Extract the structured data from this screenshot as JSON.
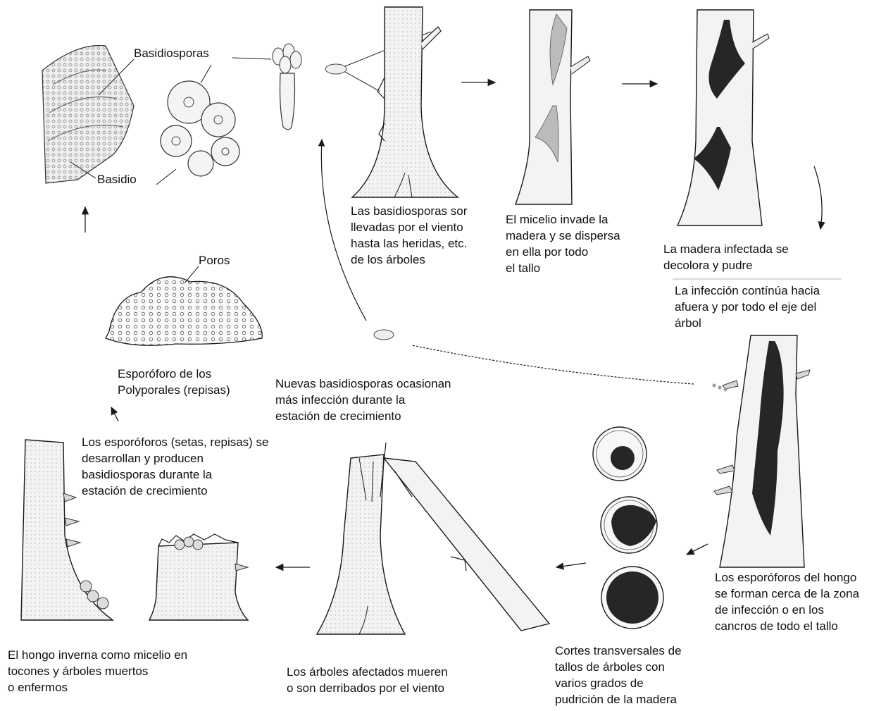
{
  "labels": {
    "basidiosporas": "Basidiosporas",
    "basidio": "Basidio",
    "poros": "Poros",
    "esporoforo_polyporales": "Esporóforo de los\nPolyporales (repisas)",
    "step1": "Las basidiosporas sor\nllevadas por el viento\nhasta las heridas, etc.\nde los árboles",
    "step2": "El micelio invade la\nmadera y se dispersa\nen ella por todo\nel tallo",
    "step3": "La madera infectada se\ndecolora y pudre",
    "step4": "La infección contínúa hacia\nafuera y por todo el eje del\nárbol",
    "nuevas": "Nuevas basidiosporas ocasionan\nmás infección durante la\nestación de crecimiento",
    "esporoforos_desarrollan": "Los esporóforos (setas, repisas) se\ndesarrollan y producen\nbasidiosporas durante la\nestación de crecimiento",
    "esporoforos_hongo": "Los esporóforos del hongo\nse forman cerca de la zona\nde infección o en los\ncancros de todo el tallo",
    "cortes": "Cortes transversales de\ntallos de árboles con\nvarios grados de\npudrición de la madera",
    "arboles_mueren": "Los árboles afectados mueren\no son derribados por el viento",
    "invierna": "El hongo inverna como micelio en\ntocones y árboles muertos\no enfermos"
  },
  "colors": {
    "ink": "#1a1a1a",
    "wood": "#f1f1f1",
    "decay": "#262626",
    "gill": "#d8d8d8"
  }
}
